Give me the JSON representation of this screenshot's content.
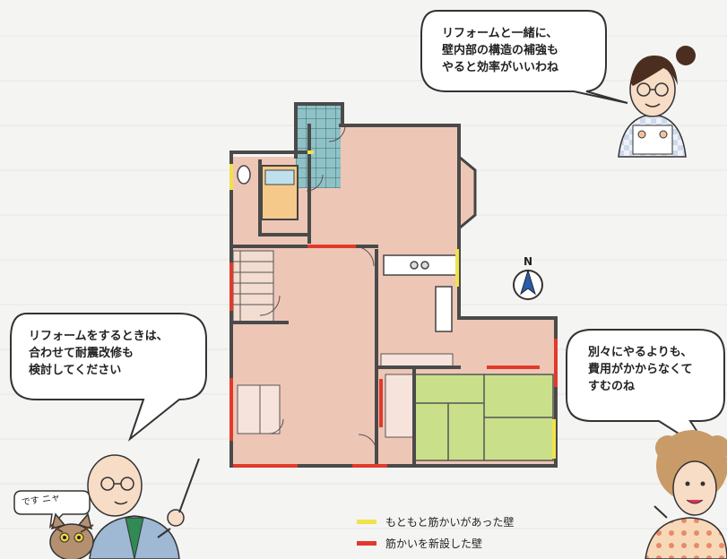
{
  "speech_bubbles": {
    "woman_top": {
      "lines": [
        "リフォームと一緒に、",
        "壁内部の構造の補強も",
        "やると効率がいいわね"
      ]
    },
    "man_left": {
      "lines": [
        "リフォームをするときは、",
        "合わせて耐震改修も",
        "検討してください"
      ]
    },
    "woman_right": {
      "lines": [
        "別々にやるよりも、",
        "費用がかからなくて",
        "すむのね"
      ]
    }
  },
  "cat_bubble": {
    "text": "です ニャ"
  },
  "compass": {
    "label": "N"
  },
  "legend": {
    "items": [
      {
        "label": "もともと筋かいがあった壁",
        "color": "#f0e34a"
      },
      {
        "label": "筋かいを新設した壁",
        "color": "#e23a2a"
      }
    ]
  },
  "colors": {
    "floor": "#eec6b6",
    "wall": "#4a4a4a",
    "tatami": "#c9df8a",
    "bath_tile": "#8fc2c6",
    "bath_floor": "#f4c98a"
  }
}
